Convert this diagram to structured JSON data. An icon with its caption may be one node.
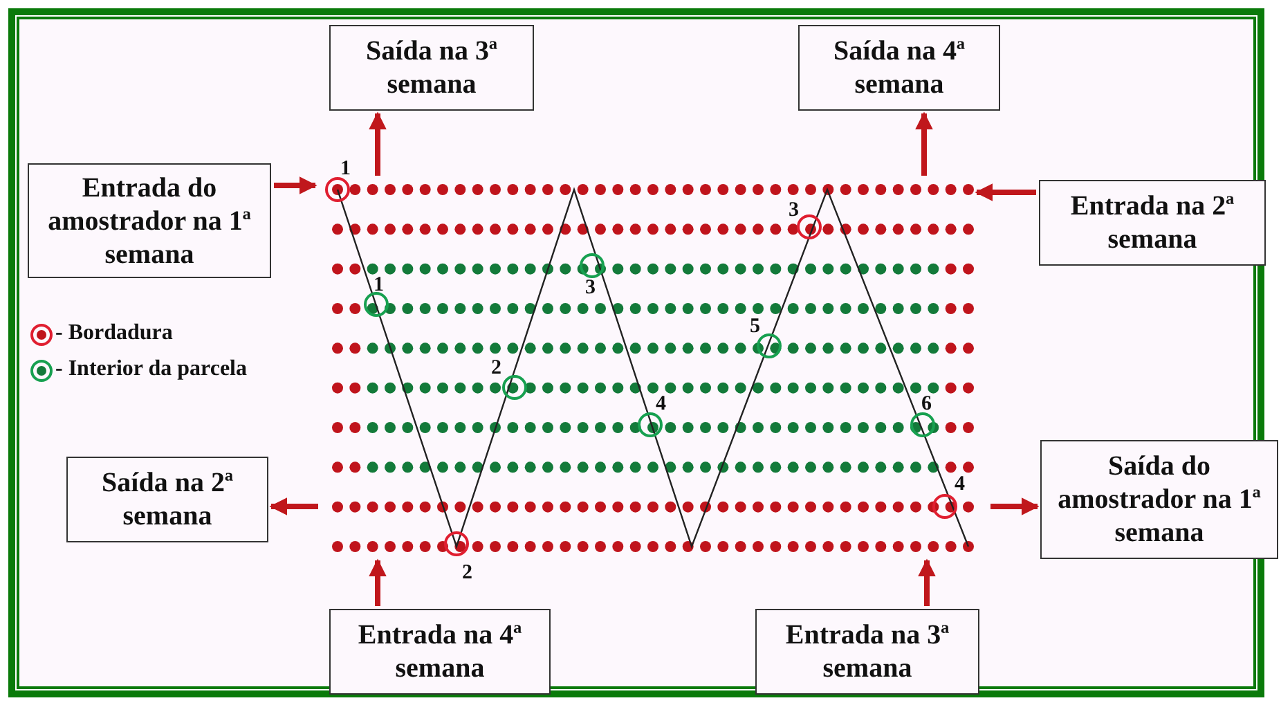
{
  "diagram": {
    "nodes": [
      {
        "text": [
          "Saída na 3ª semana"
        ]
      },
      {
        "text": [
          "Saída na 4ª semana"
        ]
      },
      {
        "text": [
          "Entrada do amostrador na 1ª semana"
        ]
      },
      {
        "text": [
          "Entrada na 2ª semana"
        ]
      },
      {
        "text": [
          "Saída na 2ª semana"
        ]
      },
      {
        "text": [
          "Saída do amostrador na 1ª semana"
        ]
      },
      {
        "text": [
          "Entrada na 4ª semana"
        ]
      },
      {
        "text": [
          "Entrada na 3ª semana"
        ]
      }
    ],
    "edges": [
      {
        "from": null,
        "to": 0,
        "arrow": "to"
      },
      {
        "from": null,
        "to": 1,
        "arrow": "to"
      },
      {
        "from": 2,
        "to": null,
        "arrow": "to"
      },
      {
        "from": 3,
        "to": null,
        "arrow": "to"
      },
      {
        "from": null,
        "to": 4,
        "arrow": "to"
      },
      {
        "from": null,
        "to": 5,
        "arrow": "to"
      },
      {
        "from": 6,
        "to": null,
        "arrow": "to"
      },
      {
        "from": 7,
        "to": null,
        "arrow": "to"
      }
    ],
    "labels": [
      "1",
      "3",
      "1",
      "3",
      "5",
      "2",
      "4",
      "6",
      "4",
      "2"
    ],
    "legend": [
      {
        "text": "- Bordadura"
      },
      {
        "text": "- Interior da parcela"
      }
    ]
  }
}
